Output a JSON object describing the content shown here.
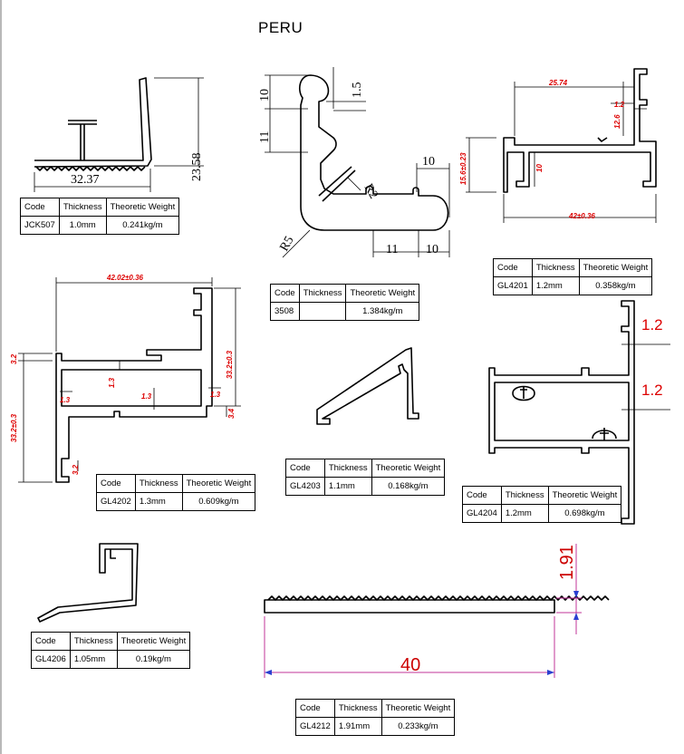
{
  "title": "PERU",
  "headers": {
    "code": "Code",
    "thickness": "Thickness",
    "weight": "Theoretic Weight"
  },
  "profiles": [
    {
      "code": "JCK507",
      "thickness": "1.0mm",
      "weight": "0.241kg/m",
      "dims": [
        "32.37",
        "23.58"
      ]
    },
    {
      "code": "3508",
      "thickness": "",
      "weight": "1.384kg/m",
      "dims": [
        "1.5",
        "10",
        "11",
        "10",
        "R2",
        "R5",
        "11",
        "10"
      ]
    },
    {
      "code": "GL4201",
      "thickness": "1.2mm",
      "weight": "0.358kg/m",
      "dims": [
        "25.74",
        "1.2",
        "12.6",
        "15.6±0.23",
        "10",
        "42±0.36"
      ]
    },
    {
      "code": "GL4202",
      "thickness": "1.3mm",
      "weight": "0.609kg/m",
      "dims": [
        "42.02±0.36",
        "3.2",
        "33.2±0.3",
        "33.2±0.3",
        "1.3",
        "1.3",
        "1.3",
        "1.3",
        "3.4",
        "3.2"
      ]
    },
    {
      "code": "GL4203",
      "thickness": "1.1mm",
      "weight": "0.168kg/m"
    },
    {
      "code": "GL4204",
      "thickness": "1.2mm",
      "weight": "0.698kg/m",
      "dims": [
        "1.2",
        "1.2"
      ]
    },
    {
      "code": "GL4206",
      "thickness": "1.05mm",
      "weight": "0.19kg/m"
    },
    {
      "code": "GL4212",
      "thickness": "1.91mm",
      "weight": "0.233kg/m",
      "dims": [
        "1.91",
        "40"
      ]
    }
  ],
  "colors": {
    "dimension_red": "#d00000",
    "dimension_magenta": "#c0359a",
    "line": "#000000"
  }
}
